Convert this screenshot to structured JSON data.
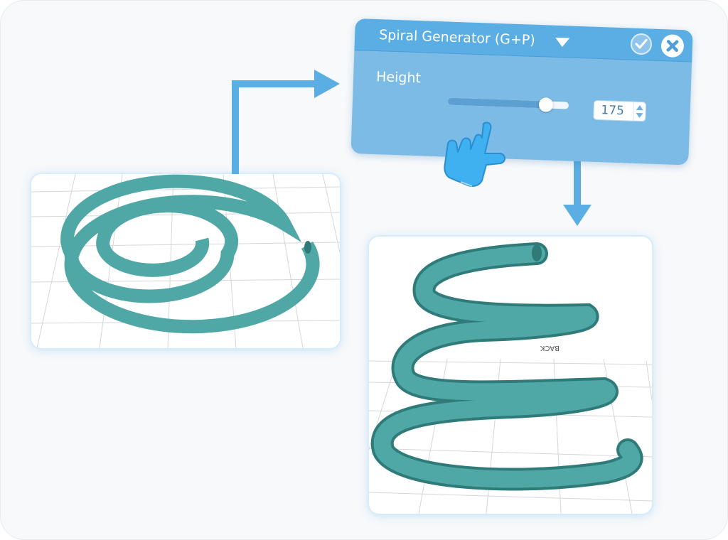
{
  "panel": {
    "title": "Spiral Generator (G+P)",
    "height_label": "Height",
    "height_value": "175",
    "slider_fraction": 0.81,
    "confirm_icon": "checkmark-icon",
    "close_icon": "close-x-icon",
    "dropdown_icon": "dropdown-triangle-icon"
  },
  "viewport_back": {
    "label": "BACK"
  },
  "cursor": {
    "icon": "pointing-hand-icon"
  },
  "colors": {
    "accent": "#5aaee3",
    "panel_body": "#7cbbe6",
    "arrow": "#5aaee3",
    "spiral": "#4fa8a6",
    "spiral_dark": "#2f7b79"
  }
}
